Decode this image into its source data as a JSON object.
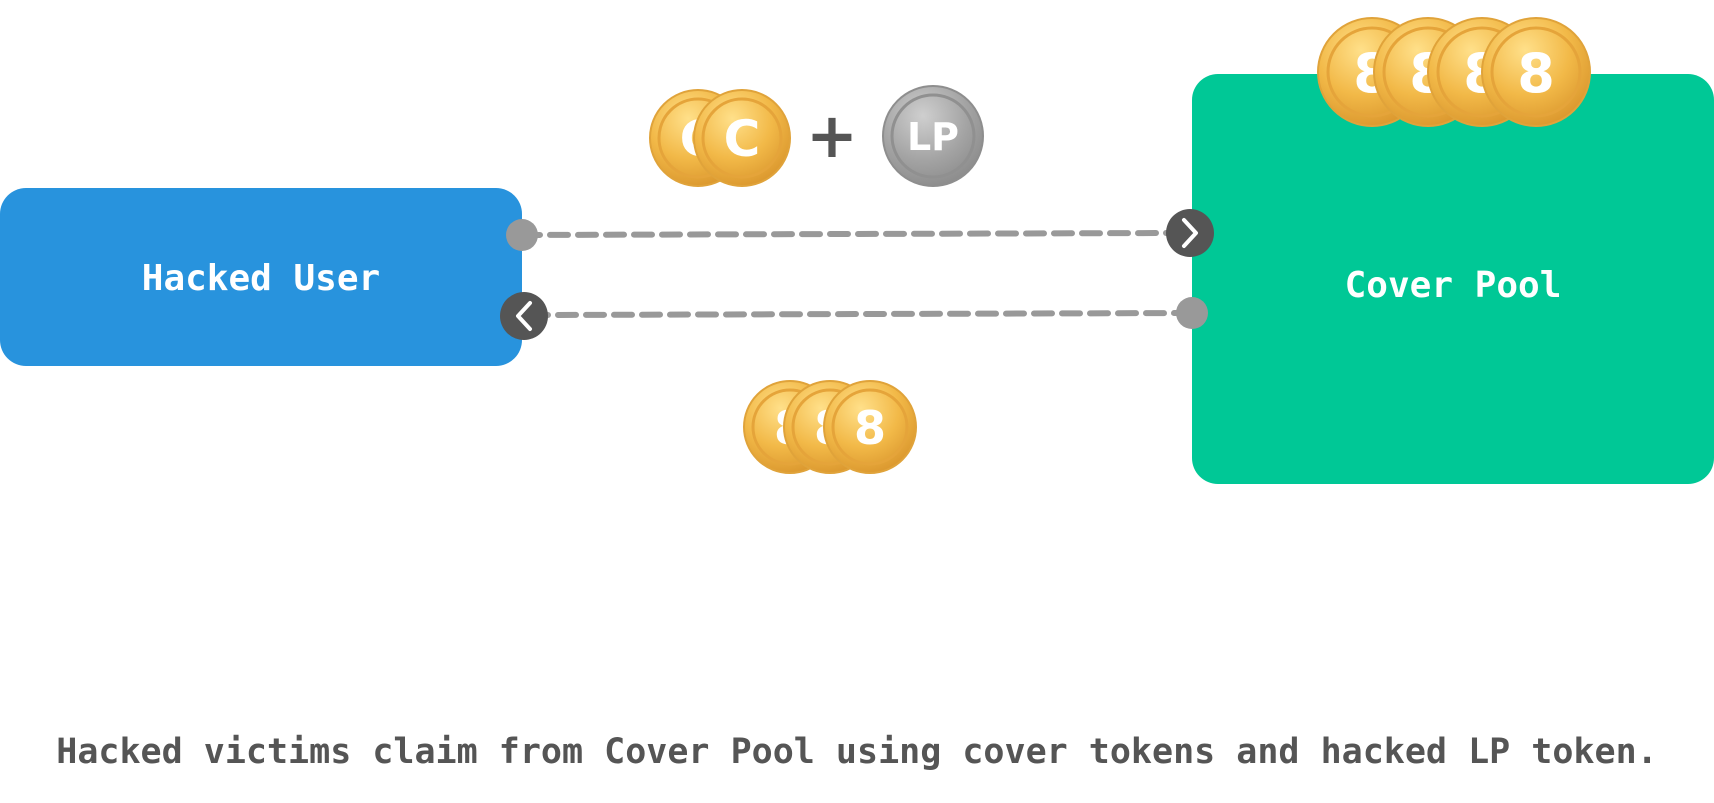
{
  "nodes": {
    "hacked_user": {
      "label": "Hacked User",
      "color": "#2893dd"
    },
    "cover_pool": {
      "label": "Cover Pool",
      "color": "#00c896"
    }
  },
  "tokens": {
    "cover_glyph": "C",
    "lp_glyph": "LP",
    "payout_glyph": "8",
    "plus": "+",
    "gold": "#f2b948",
    "silver": "#a0a0a0"
  },
  "edges": [
    {
      "from": "hacked_user",
      "to": "cover_pool",
      "carries": "cover tokens + hacked LP token"
    },
    {
      "from": "cover_pool",
      "to": "hacked_user",
      "carries": "payout tokens"
    }
  ],
  "caption": "Hacked victims claim from Cover Pool using cover tokens and hacked LP token."
}
